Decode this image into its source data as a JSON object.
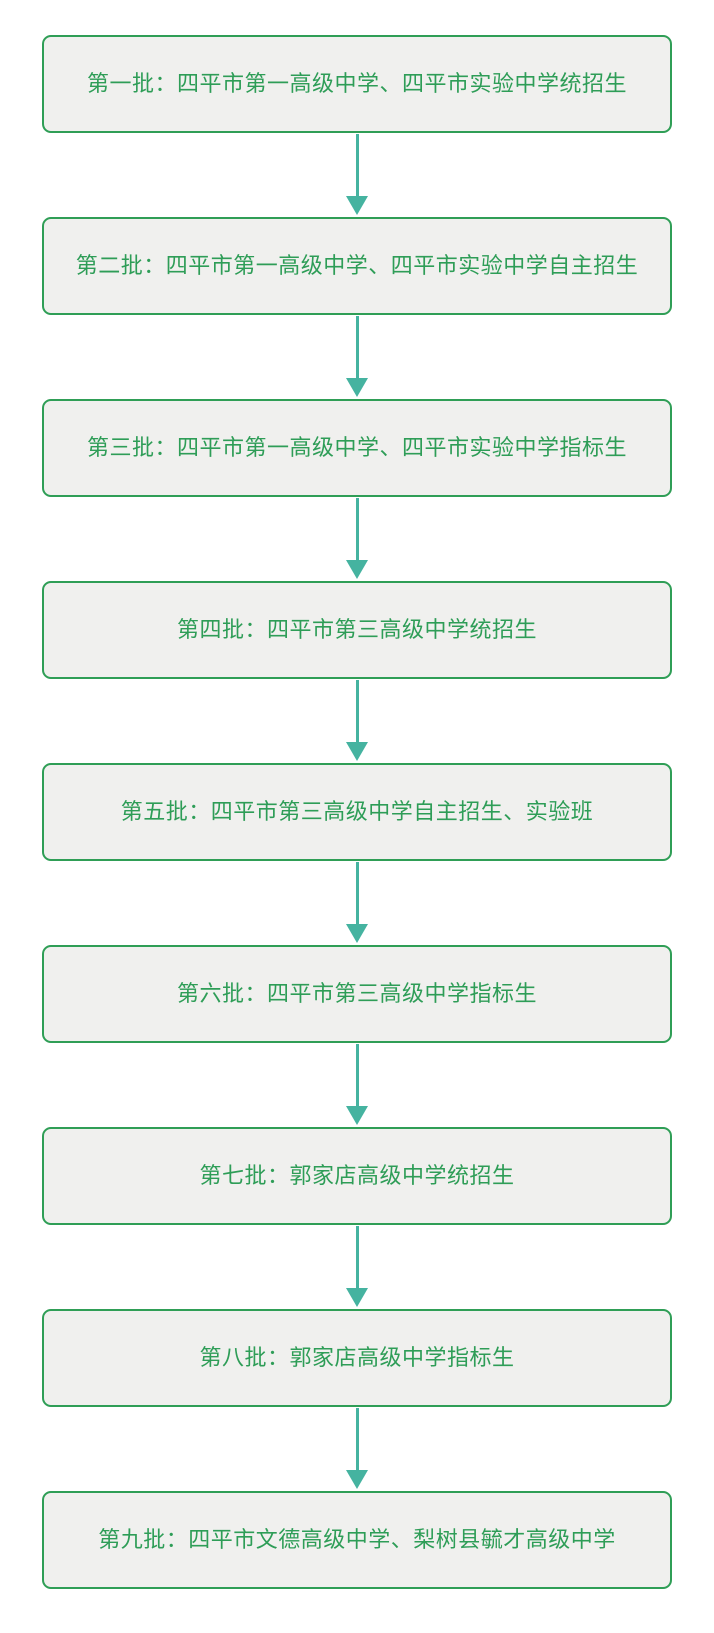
{
  "diagram": {
    "type": "flowchart",
    "direction": "top-to-bottom",
    "colors": {
      "background": "#ffffff",
      "box_fill": "#f0f0ee",
      "box_border": "#2f9e56",
      "text": "#2e9d57",
      "arrow": "#45b3a0"
    },
    "steps": [
      {
        "label": "第一批：四平市第一高级中学、四平市实验中学统招生"
      },
      {
        "label": "第二批：四平市第一高级中学、四平市实验中学自主招生"
      },
      {
        "label": "第三批：四平市第一高级中学、四平市实验中学指标生"
      },
      {
        "label": "第四批：四平市第三高级中学统招生"
      },
      {
        "label": "第五批：四平市第三高级中学自主招生、实验班"
      },
      {
        "label": "第六批：四平市第三高级中学指标生"
      },
      {
        "label": "第七批：郭家店高级中学统招生"
      },
      {
        "label": "第八批：郭家店高级中学指标生"
      },
      {
        "label": "第九批：四平市文德高级中学、梨树县毓才高级中学"
      }
    ]
  }
}
